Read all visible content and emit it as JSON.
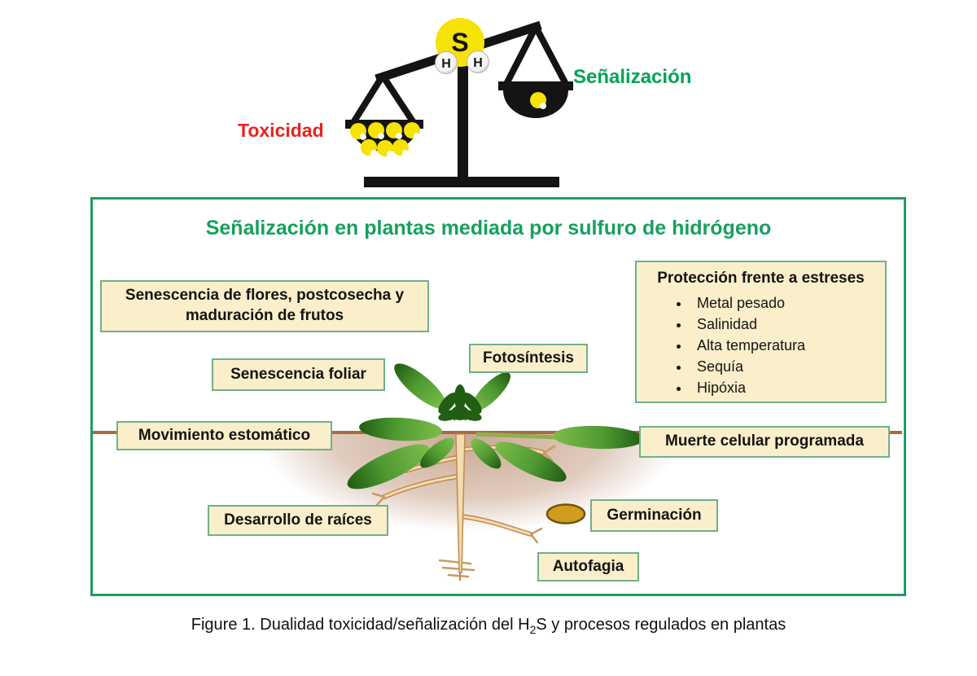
{
  "figure": {
    "balance": {
      "sulfur_label": "S",
      "hydrogen_left": "H",
      "hydrogen_right": "H",
      "toxicity_label": "Toxicidad",
      "signaling_label": "Señalización"
    },
    "panel": {
      "title": "Señalización en plantas mediada por sulfuro de hidrógeno",
      "boxes": {
        "flores": "Senescencia de flores, postcosecha y maduración de frutos",
        "foliar": "Senescencia foliar",
        "fotosintesis": "Fotosíntesis",
        "estomatico": "Movimiento estomático",
        "muerte": "Muerte celular programada",
        "raices": "Desarrollo de raíces",
        "germinacion": "Germinación",
        "autofagia": "Autofagia"
      },
      "proteccion": {
        "title": "Protección frente a estreses",
        "items": [
          "Metal pesado",
          "Salinidad",
          "Alta temperatura",
          "Sequía",
          "Hipóxia"
        ]
      }
    },
    "caption": {
      "part1": "Figure 1. Dualidad toxicidad/señalización del H",
      "subscript": "2",
      "part2": "S y procesos regulados en plantas"
    },
    "colors": {
      "signaling_green": "#00a355",
      "toxicity_red": "#e8231f",
      "panel_border_green": "#1f9c62",
      "title_green": "#16a05e",
      "label_box_fill": "#faefca",
      "label_box_border": "#6fb18b",
      "sulfur_yellow": "#f6e205",
      "soil_brown": "#a96a42",
      "seed_gold": "#d09d1c"
    }
  }
}
